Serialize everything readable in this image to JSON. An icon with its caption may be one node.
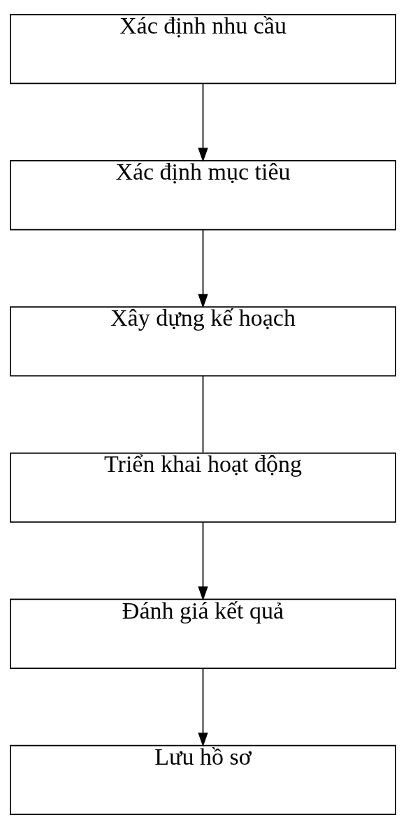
{
  "diagram": {
    "nodes": [
      {
        "text": [
          "Xác định nhu cầu"
        ]
      },
      {
        "text": [
          "Xác định mục tiêu"
        ]
      },
      {
        "text": [
          "Xây dựng kế hoạch"
        ]
      },
      {
        "text": [
          "Triển khai hoạt động"
        ]
      },
      {
        "text": [
          "Đánh giá kết quả"
        ]
      },
      {
        "text": [
          "Lưu hồ sơ"
        ]
      }
    ],
    "edges": [
      {
        "from": 0,
        "to": 1,
        "arrow": "to"
      },
      {
        "from": 1,
        "to": 2,
        "arrow": "to"
      },
      {
        "from": 2,
        "to": 3,
        "arrow": "none"
      },
      {
        "from": 3,
        "to": 4,
        "arrow": "to"
      },
      {
        "from": 4,
        "to": 5,
        "arrow": "to"
      }
    ]
  }
}
